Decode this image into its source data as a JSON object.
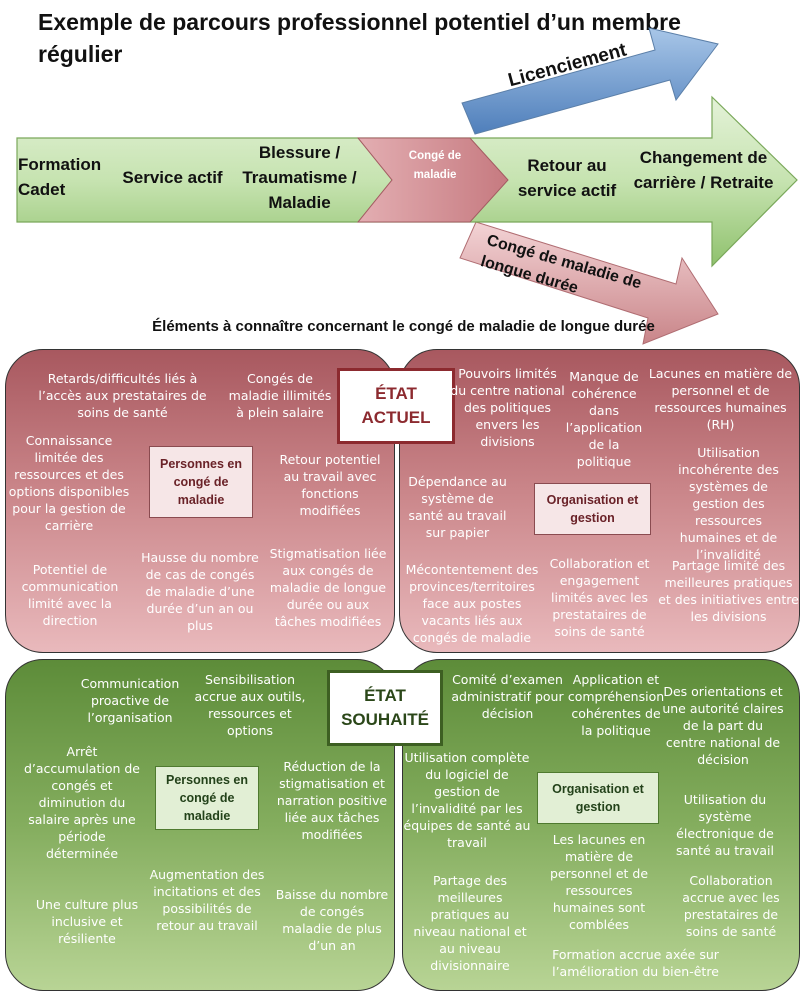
{
  "title": "Exemple de parcours professionnel potentiel d’un membre régulier",
  "path": {
    "formation": "Formation Cadet",
    "service": "Service actif",
    "injury": "Blessure / Traumatisme / Maladie",
    "sick_leave": "Congé de maladie",
    "return": "Retour au service actif",
    "career_change": "Changement de carrière / Retraite",
    "dismissal": "Licenciement",
    "long_leave": "Congé de maladie de longue durée"
  },
  "subtitle": "Éléments à connaître concernant le congé de maladie de longue durée",
  "current": {
    "label": "ÉTAT ACTUEL",
    "persons": {
      "label": "Personnes en congé de maladie",
      "items": [
        "Retards/difficultés liés à l’accès aux prestataires de soins de santé",
        "Congés de maladie illimités à plein salaire",
        "Connaissance limitée des ressources et des options disponibles pour la gestion de carrière",
        "Retour potentiel au travail avec fonctions modifiées",
        "Potentiel de communication limité avec la direction",
        "Hausse du nombre de cas de congés de maladie d’une durée d’un an ou plus",
        "Stigmatisation liée aux congés de maladie de longue durée ou aux tâches modifiées"
      ]
    },
    "org": {
      "label": "Organisation et gestion",
      "items": [
        "Pouvoirs limités du centre national des politiques envers les divisions",
        "Manque de cohérence dans l’application de la politique",
        "Lacunes en matière de personnel et de ressources humaines (RH)",
        "Utilisation incohérente des systèmes de gestion des ressources humaines et de l’invalidité",
        "Dépendance au système de santé au travail sur papier",
        "Mécontentement des provinces/territoires face aux postes vacants liés aux congés de maladie",
        "Collaboration et engagement limités avec les prestataires de soins de santé",
        "Partage limité des meilleures pratiques et des initiatives entre les divisions"
      ]
    }
  },
  "desired": {
    "label": "ÉTAT SOUHAITÉ",
    "persons": {
      "label": "Personnes en congé de maladie",
      "items": [
        "Communication proactive de l’organisation",
        "Sensibilisation accrue aux outils, ressources et options",
        "Arrêt d’accumulation de congés et diminution du salaire après une période déterminée",
        "Réduction de la stigmatisation et narration positive liée aux tâches modifiées",
        "Une culture plus inclusive et résiliente",
        "Augmentation des incitations et des possibilités de retour au travail",
        "Baisse du nombre de congés maladie de plus d’un an"
      ]
    },
    "org": {
      "label": "Organisation et gestion",
      "items": [
        "Comité d’examen administratif pour décision",
        "Application et compréhension cohérentes de la politique",
        "Des orientations et une autorité claires de la part du centre national de décision",
        "Utilisation complète du logiciel de gestion de l’invalidité par les équipes de santé au travail",
        "Utilisation du système électronique de santé au travail",
        "Les lacunes en matière de personnel et de ressources humaines sont comblées",
        "Collaboration accrue avec les prestataires de soins de santé",
        "Partage des meilleures pratiques au niveau national et au niveau divisionnaire",
        "Formation accrue axée sur l’amélioration du bien-être"
      ]
    }
  },
  "colors": {
    "main_arrow": "#c6e3b0",
    "sick_leave": "#d89a9f",
    "dismissal": "#6f9bcf",
    "long_leave": "#c98589",
    "current_panel": "#c98488",
    "desired_panel": "#84ad5e"
  }
}
